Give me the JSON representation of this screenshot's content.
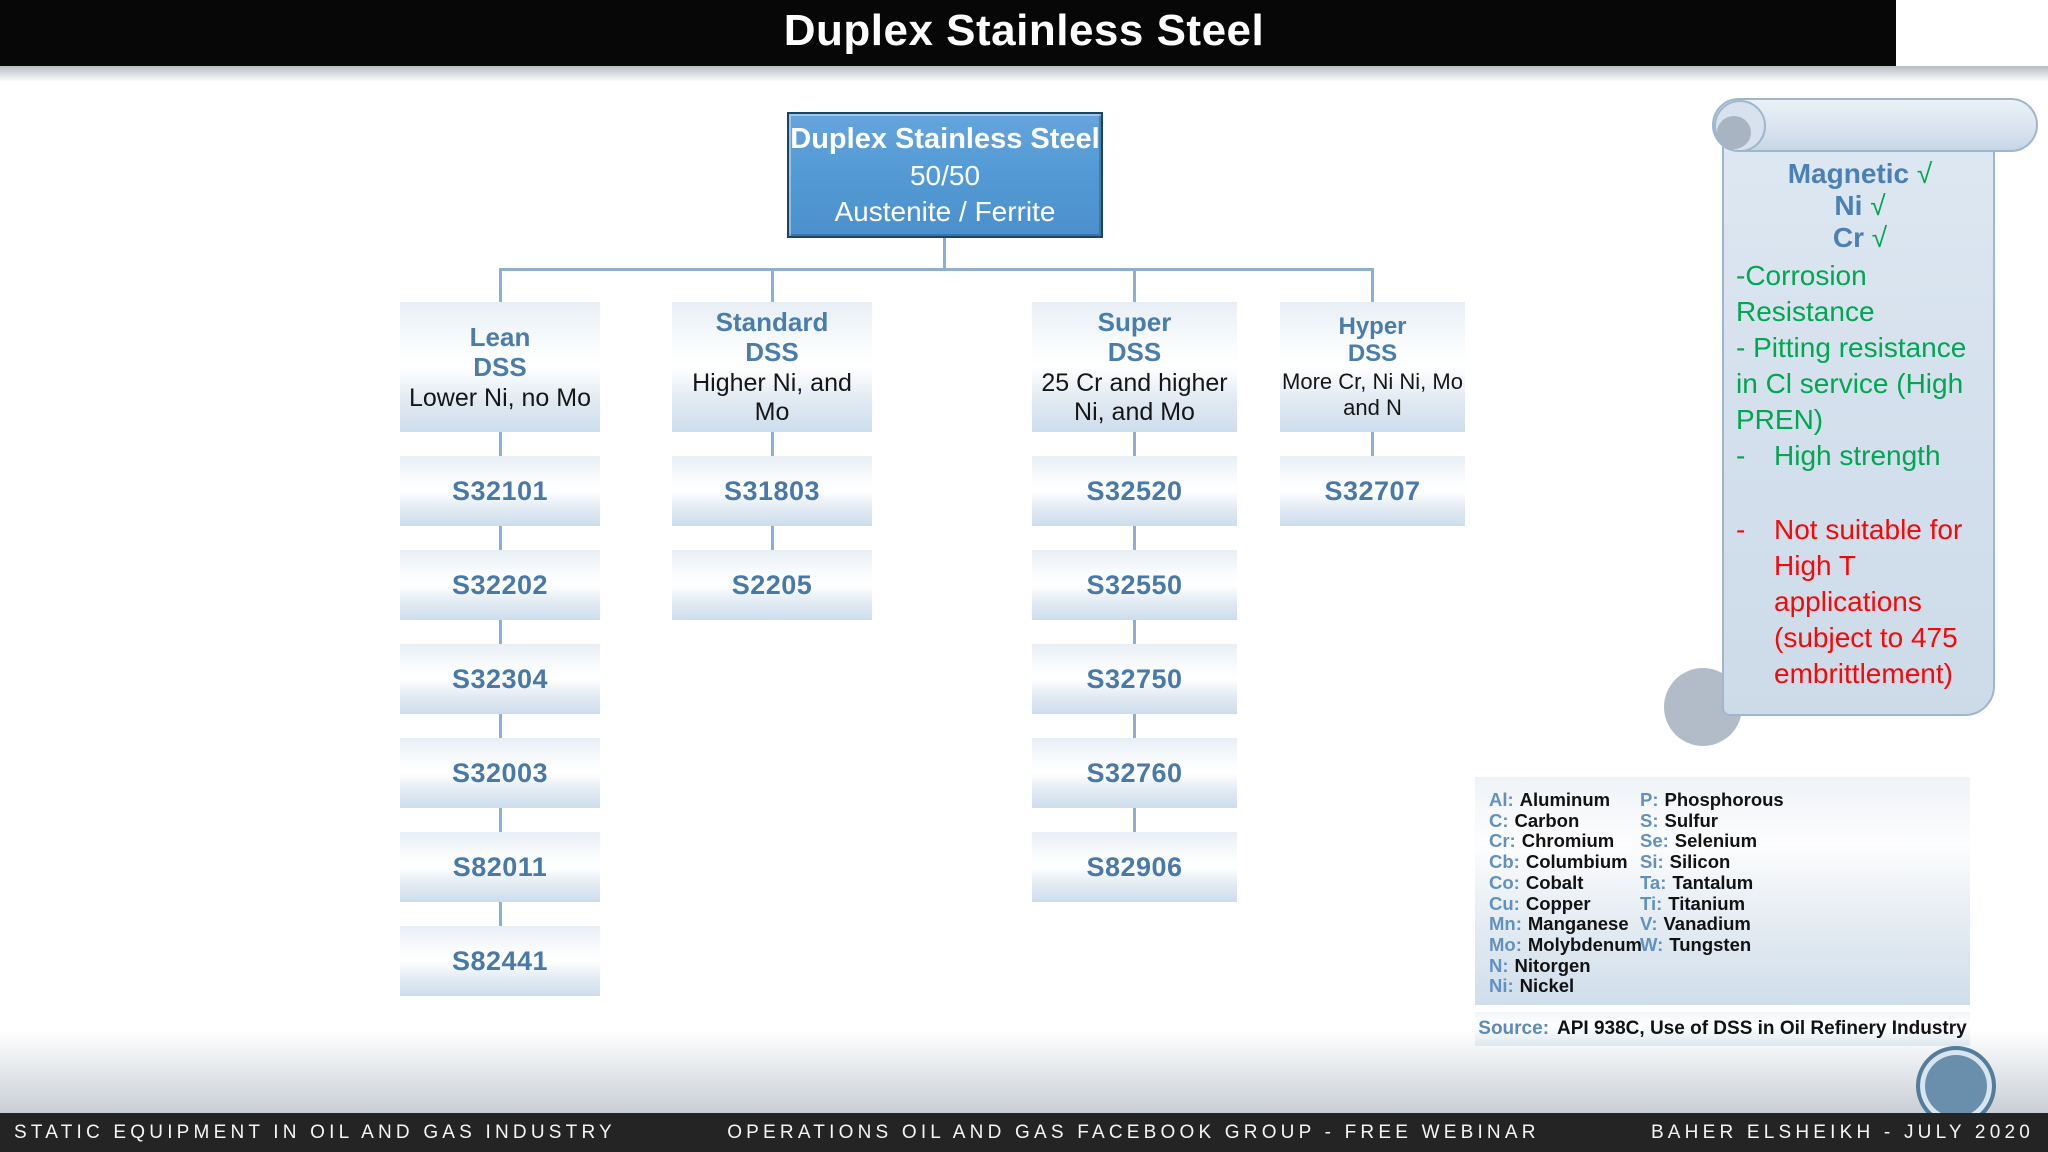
{
  "slide": {
    "title": "Duplex Stainless Steel"
  },
  "tree": {
    "root": {
      "title": "Duplex Stainless Steel",
      "line2": "50/50",
      "line3": "Austenite / Ferrite"
    },
    "branches": [
      {
        "heading1": "Lean",
        "heading2": "DSS",
        "desc": "Lower Ni, no Mo",
        "grades": [
          "S32101",
          "S32202",
          "S32304",
          "S32003",
          "S82011",
          "S82441"
        ]
      },
      {
        "heading1": "Standard",
        "heading2": "DSS",
        "desc": "Higher Ni, and Mo",
        "grades": [
          "S31803",
          "S2205"
        ]
      },
      {
        "heading1": "Super",
        "heading2": "DSS",
        "desc": "25 Cr and higher Ni, and Mo",
        "grades": [
          "S32520",
          "S32550",
          "S32750",
          "S32760",
          "S82906"
        ]
      },
      {
        "heading1": "Hyper",
        "heading2": "DSS",
        "desc": "More Cr, Ni Ni, Mo and N",
        "grades": [
          "S32707"
        ]
      }
    ]
  },
  "scroll_note": {
    "checks": [
      {
        "label": "Magnetic",
        "mark": "√"
      },
      {
        "label": "Ni",
        "mark": "√"
      },
      {
        "label": "Cr",
        "mark": "√"
      }
    ],
    "pros_plain": [
      "-Corrosion Resistance",
      "- Pitting resistance in Cl service (High PREN)"
    ],
    "pros_bullet": [
      {
        "dash": "-",
        "text": "High strength"
      }
    ],
    "cons_bullet": [
      {
        "dash": "-",
        "text": "Not suitable for High T applications (subject to 475 embrittlement)"
      }
    ]
  },
  "legend": {
    "col1": [
      {
        "abbr": "Al:",
        "name": "Aluminum"
      },
      {
        "abbr": "C:",
        "name": "Carbon"
      },
      {
        "abbr": "Cr:",
        "name": "Chromium"
      },
      {
        "abbr": "Cb:",
        "name": "Columbium"
      },
      {
        "abbr": "Co:",
        "name": "Cobalt"
      },
      {
        "abbr": "Cu:",
        "name": "Copper"
      },
      {
        "abbr": "Mn:",
        "name": "Manganese"
      },
      {
        "abbr": "Mo:",
        "name": "Molybdenum"
      },
      {
        "abbr": "N:",
        "name": "Nitorgen"
      },
      {
        "abbr": "Ni:",
        "name": "Nickel"
      }
    ],
    "col2": [
      {
        "abbr": "P:",
        "name": "Phosphorous"
      },
      {
        "abbr": "S:",
        "name": "Sulfur"
      },
      {
        "abbr": "Se:",
        "name": "Selenium"
      },
      {
        "abbr": "Si:",
        "name": "Silicon"
      },
      {
        "abbr": "Ta:",
        "name": "Tantalum"
      },
      {
        "abbr": "Ti:",
        "name": "Titanium"
      },
      {
        "abbr": "V:",
        "name": "Vanadium"
      },
      {
        "abbr": "W:",
        "name": "Tungsten"
      }
    ]
  },
  "source": {
    "label": "Source:",
    "text": "API 938C, Use of DSS in Oil Refinery Industry"
  },
  "footer": {
    "left": "STATIC EQUIPMENT IN OIL AND GAS INDUSTRY",
    "center": "OPERATIONS OIL AND GAS FACEBOOK GROUP - FREE WEBINAR",
    "right": "BAHER ELSHEIKH - JULY 2020"
  },
  "colors": {
    "root_fill": "#549bd5",
    "root_border": "#1b4566",
    "steel_blue_text": "#4a7dab",
    "grade_text": "#4879a8",
    "connector": "#8db0d2",
    "green": "#00a651",
    "red": "#f90707",
    "legend_abbr_blue": "#6191c0",
    "scroll_fill": "#d3dfec",
    "scroll_border": "#9fb6cc",
    "footer_bg": "#242424",
    "title_bg": "#070707"
  }
}
